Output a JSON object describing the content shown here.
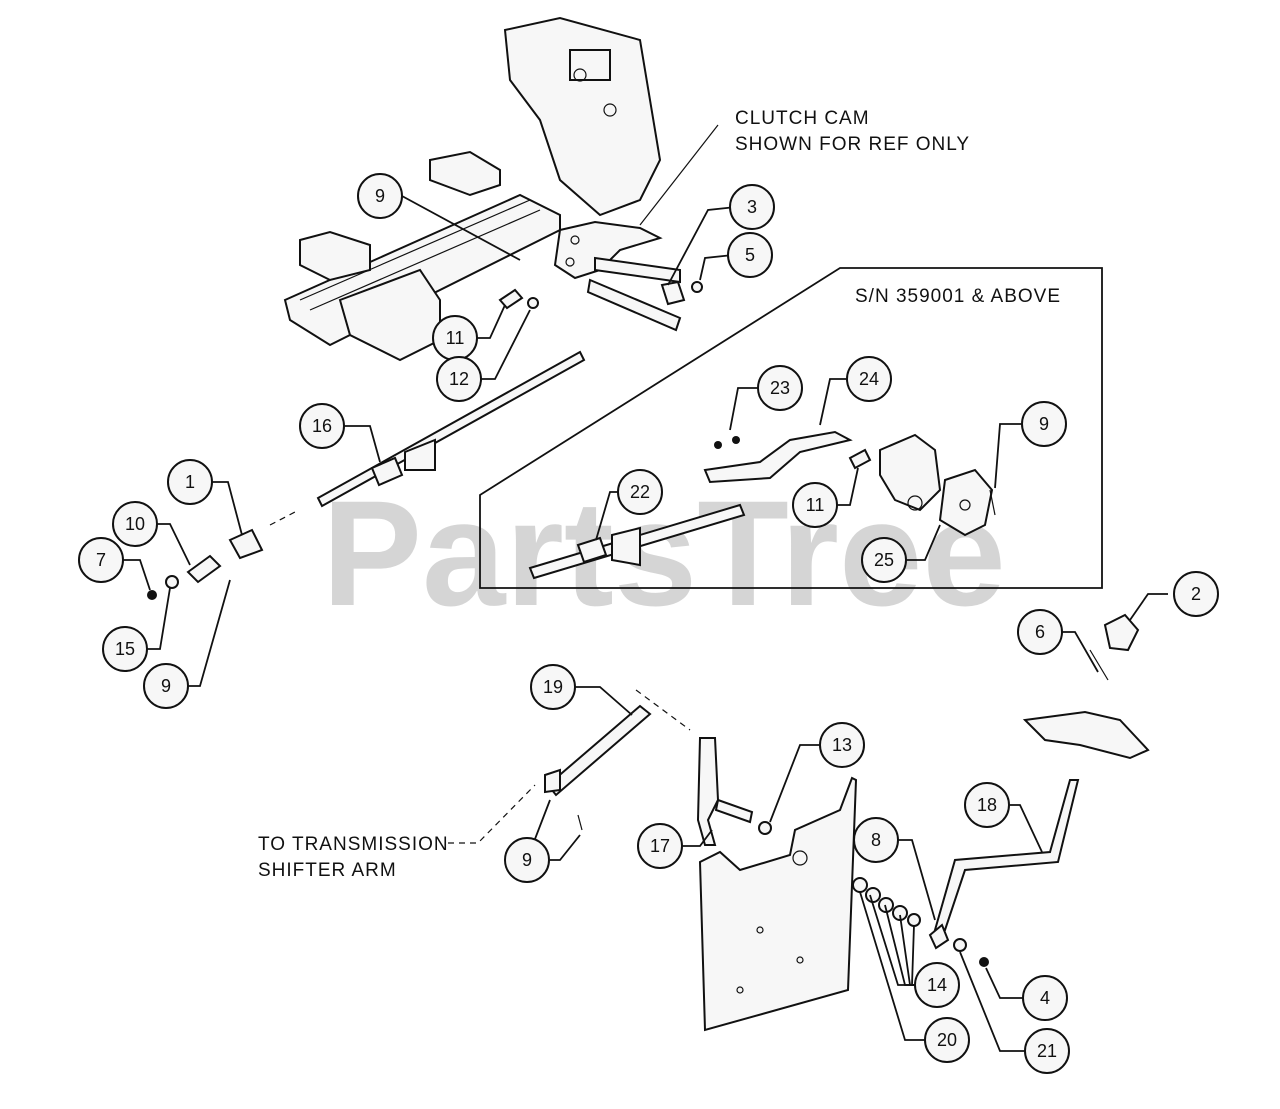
{
  "watermark": "PartsTree",
  "annotations": {
    "clutch_cam_line1": "CLUTCH CAM",
    "clutch_cam_line2": "SHOWN FOR REF ONLY",
    "serial_note": "S/N 359001 & ABOVE",
    "transmission_line1": "TO TRANSMISSION",
    "transmission_line2": "SHIFTER ARM"
  },
  "callouts": {
    "c1": "1",
    "c2": "2",
    "c3": "3",
    "c4": "4",
    "c5": "5",
    "c6": "6",
    "c7": "7",
    "c8": "8",
    "c9a": "9",
    "c9b": "9",
    "c9c": "9",
    "c9d": "9",
    "c10": "10",
    "c11a": "11",
    "c11b": "11",
    "c12": "12",
    "c13": "13",
    "c14": "14",
    "c15": "15",
    "c16": "16",
    "c17": "17",
    "c18": "18",
    "c19": "19",
    "c20": "20",
    "c21": "21",
    "c22": "22",
    "c23": "23",
    "c24": "24",
    "c25": "25"
  }
}
